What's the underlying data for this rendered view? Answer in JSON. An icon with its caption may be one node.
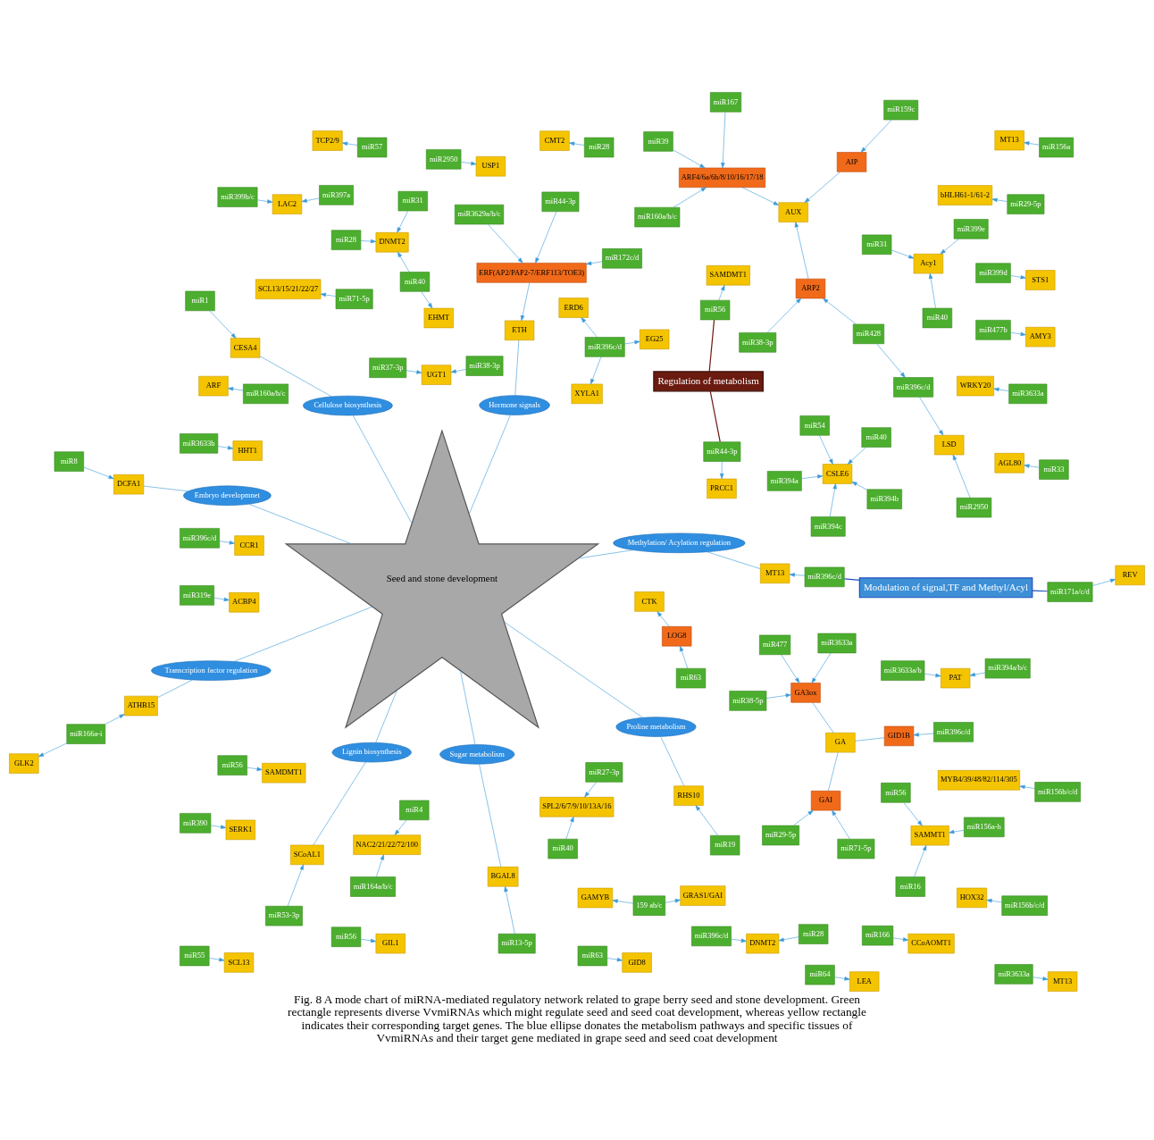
{
  "diagram": {
    "caption": "Fig. 8 A mode chart of miRNA-mediated regulatory network related to grape berry seed and stone development. Green rectangle represents diverse VvmiRNAs which might regulate seed and seed coat development, whereas yellow rectangle indicates their corresponding target genes. The blue ellipse donates the metabolism pathways and specific tissues of VvmiRNAs and their target gene mediated in grape seed and seed coat development",
    "nodes": [
      {
        "text": [
          "Regulation of metabolism"
        ]
      },
      {
        "text": [
          "Seed and stone development"
        ]
      },
      {
        "text": [
          "Sugar metabolism"
        ]
      },
      {
        "text": [
          "Lignin biosynthesis"
        ]
      },
      {
        "text": [
          "Cellulose biosynthesis"
        ]
      },
      {
        "text": [
          "Embryo developmnet"
        ]
      },
      {
        "text": [
          "Proline metabolism"
        ]
      },
      {
        "text": [
          "Methylation/ Acylation regulation"
        ]
      },
      {
        "text": [
          "Transcription factor regulation"
        ]
      },
      {
        "text": [
          "Hormone signals"
        ]
      },
      {
        "text": [
          "miR56"
        ]
      },
      {
        "text": [
          "miR396c/d"
        ]
      },
      {
        "text": [
          "miR37-3p"
        ]
      },
      {
        "text": [
          "miR38-3p"
        ]
      },
      {
        "text": [
          "miR13-5p"
        ]
      },
      {
        "text": [
          "miR63"
        ]
      },
      {
        "text": [
          "miR477b"
        ]
      },
      {
        "text": [
          "miR399d"
        ]
      },
      {
        "text": [
          "miR2950"
        ]
      },
      {
        "text": [
          "GIL1"
        ]
      },
      {
        "text": [
          "EG25"
        ]
      },
      {
        "text": [
          "XYLA1"
        ]
      },
      {
        "text": [
          "ERD6"
        ]
      },
      {
        "text": [
          "UGT1"
        ]
      },
      {
        "text": [
          "BGAL8"
        ]
      },
      {
        "text": [
          "GID8"
        ]
      },
      {
        "text": [
          "AMY3"
        ]
      },
      {
        "text": [
          "STS1"
        ]
      },
      {
        "text": [
          "USP1"
        ]
      },
      {
        "text": [
          "miR399b/c"
        ]
      },
      {
        "text": [
          "miR397a"
        ]
      },
      {
        "text": [
          "miR53-3p"
        ]
      },
      {
        "text": [
          "miR3633b"
        ]
      },
      {
        "text": [
          "miR396c/d"
        ]
      },
      {
        "text": [
          "LAC2"
        ]
      },
      {
        "text": [
          "SCoAL1"
        ]
      },
      {
        "text": [
          "HHT1"
        ]
      },
      {
        "text": [
          "CCR1"
        ]
      },
      {
        "text": [
          "miR394a"
        ]
      },
      {
        "text": [
          "miR394b"
        ]
      },
      {
        "text": [
          "miR394c"
        ]
      },
      {
        "text": [
          "miR54"
        ]
      },
      {
        "text": [
          "miR40"
        ]
      },
      {
        "text": [
          "miR1"
        ]
      },
      {
        "text": [
          "CSLE6"
        ]
      },
      {
        "text": [
          "CESA4"
        ]
      },
      {
        "text": [
          "miR19"
        ]
      },
      {
        "text": [
          "miR44-3p"
        ]
      },
      {
        "text": [
          "RHS10"
        ]
      },
      {
        "text": [
          "PRCC1"
        ]
      },
      {
        "text": [
          "miR319e"
        ]
      },
      {
        "text": [
          "miR390"
        ]
      },
      {
        "text": [
          "miR396c/d"
        ]
      },
      {
        "text": [
          "miR28"
        ]
      },
      {
        "text": [
          "miR55"
        ]
      },
      {
        "text": [
          "miR8"
        ]
      },
      {
        "text": [
          "miR56"
        ]
      },
      {
        "text": [
          "miR64"
        ]
      },
      {
        "text": [
          "miR3633a"
        ]
      },
      {
        "text": [
          "ACBP4"
        ]
      },
      {
        "text": [
          "SERK1"
        ]
      },
      {
        "text": [
          "DNMT2"
        ]
      },
      {
        "text": [
          "SCL13"
        ]
      },
      {
        "text": [
          "DCFA1"
        ]
      },
      {
        "text": [
          "SAMDMT1"
        ]
      },
      {
        "text": [
          "LEA"
        ]
      },
      {
        "text": [
          "MT13"
        ]
      },
      {
        "text": [
          "miR56"
        ]
      },
      {
        "text": [
          "miR28"
        ]
      },
      {
        "text": [
          "miR31"
        ]
      },
      {
        "text": [
          "miR40"
        ]
      },
      {
        "text": [
          "miR396c/d"
        ]
      },
      {
        "text": [
          "miR166"
        ]
      },
      {
        "text": [
          "miR3633a/b"
        ]
      },
      {
        "text": [
          "miR394a/b/c"
        ]
      },
      {
        "text": [
          "miR31"
        ]
      },
      {
        "text": [
          "miR399e"
        ]
      },
      {
        "text": [
          "miR40"
        ]
      },
      {
        "text": [
          "miR2950"
        ]
      },
      {
        "text": [
          "miR396c/d"
        ]
      },
      {
        "text": [
          "SAMDMT1"
        ]
      },
      {
        "text": [
          "DNMT2"
        ]
      },
      {
        "text": [
          "EHMT"
        ]
      },
      {
        "text": [
          "MT13"
        ]
      },
      {
        "text": [
          "CCoAOMT1"
        ]
      },
      {
        "text": [
          "PAT"
        ]
      },
      {
        "text": [
          "Acy1"
        ]
      },
      {
        "text": [
          "LSD"
        ]
      },
      {
        "text": [
          "AUX"
        ]
      },
      {
        "text": [
          "ETH"
        ]
      },
      {
        "text": [
          "CTK"
        ]
      },
      {
        "text": [
          "GA"
        ]
      },
      {
        "text": [
          "ARP2"
        ]
      },
      {
        "text": [
          "ARF4/6a/6b/8/10/16/17/18"
        ]
      },
      {
        "text": [
          "AIP"
        ]
      },
      {
        "text": [
          "ERF(AP2/PAP2-7/ERF113/TOE3)"
        ]
      },
      {
        "text": [
          "LOG8"
        ]
      },
      {
        "text": [
          "GID1B"
        ]
      },
      {
        "text": [
          "GAI"
        ]
      },
      {
        "text": [
          "GA3ox"
        ]
      },
      {
        "text": [
          "miR428"
        ]
      },
      {
        "text": [
          "miR38-3p"
        ]
      },
      {
        "text": [
          "miR160a/b/c"
        ]
      },
      {
        "text": [
          "miR39"
        ]
      },
      {
        "text": [
          "miR167"
        ]
      },
      {
        "text": [
          "miR159c"
        ]
      },
      {
        "text": [
          "miR44-3p"
        ]
      },
      {
        "text": [
          "miR3629a/b/c"
        ]
      },
      {
        "text": [
          "miR172c/d"
        ]
      },
      {
        "text": [
          "miR63"
        ]
      },
      {
        "text": [
          "miR3633a"
        ]
      },
      {
        "text": [
          "miR477"
        ]
      },
      {
        "text": [
          "miR38-5p"
        ]
      },
      {
        "text": [
          "miR71-5p"
        ]
      },
      {
        "text": [
          "miR29-5p"
        ]
      },
      {
        "text": [
          "miR396c/d"
        ]
      },
      {
        "text": [
          "bHLH61-1/61-2"
        ]
      },
      {
        "text": [
          "SCL13/15/21/22/27"
        ]
      },
      {
        "text": [
          "HOX32"
        ]
      },
      {
        "text": [
          "REV"
        ]
      },
      {
        "text": [
          "ATHB15"
        ]
      },
      {
        "text": [
          "GLK2"
        ]
      },
      {
        "text": [
          "AGL80"
        ]
      },
      {
        "text": [
          "MT13"
        ]
      },
      {
        "text": [
          "WRKY20"
        ]
      },
      {
        "text": [
          "SPL2/6/7/9/10/13A/16"
        ]
      },
      {
        "text": [
          "CMT2"
        ]
      },
      {
        "text": [
          "ARF"
        ]
      },
      {
        "text": [
          "TCP2/9"
        ]
      },
      {
        "text": [
          "NAC2/21/22/72/100"
        ]
      },
      {
        "text": [
          "SAMMT1"
        ]
      },
      {
        "text": [
          "MYB4/39/48/82/114/305"
        ]
      },
      {
        "text": [
          "GAMYB"
        ]
      },
      {
        "text": [
          "GRAS1/GAI"
        ]
      },
      {
        "text": [
          "miR29-5p"
        ]
      },
      {
        "text": [
          "miR71-5p"
        ]
      },
      {
        "text": [
          "miR156b/c/d"
        ]
      },
      {
        "text": [
          "miR171a/c/d"
        ]
      },
      {
        "text": [
          "miR166a-i"
        ]
      },
      {
        "text": [
          "miR33"
        ]
      },
      {
        "text": [
          "miR156a"
        ]
      },
      {
        "text": [
          "miR3633a"
        ]
      },
      {
        "text": [
          "miR27-3p"
        ]
      },
      {
        "text": [
          "miR40"
        ]
      },
      {
        "text": [
          "miR156a-h"
        ]
      },
      {
        "text": [
          "159 ab/c"
        ]
      },
      {
        "text": [
          "miR156b/c/d"
        ]
      },
      {
        "text": [
          "miR16"
        ]
      },
      {
        "text": [
          "miR56"
        ]
      },
      {
        "text": [
          "miR4"
        ]
      },
      {
        "text": [
          "miR164a/b/c"
        ]
      },
      {
        "text": [
          "miR57"
        ]
      },
      {
        "text": [
          "miR160a/b/c"
        ]
      },
      {
        "text": [
          "miR28"
        ]
      },
      {
        "text": [
          "Modulation of signal,TF and Methyl/Acyl"
        ]
      }
    ],
    "edges": [
      {
        "from": 0,
        "to": 47,
        "arrow": "none",
        "color": "#6b1a10"
      },
      {
        "from": 0,
        "to": 56,
        "arrow": "none",
        "color": "#6b1a10"
      },
      {
        "from": 154,
        "to": 71,
        "arrow": "none",
        "color": "#1f4fc0"
      },
      {
        "from": 154,
        "to": 137,
        "arrow": "none",
        "color": "#1f4fc0"
      },
      {
        "from": 2,
        "to": 1,
        "arrow": "none"
      },
      {
        "from": 3,
        "to": 1,
        "arrow": "none"
      },
      {
        "from": 4,
        "to": 1,
        "arrow": "none"
      },
      {
        "from": 5,
        "to": 1,
        "arrow": "none"
      },
      {
        "from": 6,
        "to": 1,
        "arrow": "none"
      },
      {
        "from": 7,
        "to": 1,
        "arrow": "none"
      },
      {
        "from": 8,
        "to": 1,
        "arrow": "none"
      },
      {
        "from": 9,
        "to": 1,
        "arrow": "none"
      },
      {
        "from": 2,
        "to": 24,
        "arrow": "none"
      },
      {
        "from": 3,
        "to": 35,
        "arrow": "none"
      },
      {
        "from": 4,
        "to": 45,
        "arrow": "none"
      },
      {
        "from": 5,
        "to": 63,
        "arrow": "none"
      },
      {
        "from": 6,
        "to": 48,
        "arrow": "none"
      },
      {
        "from": 7,
        "to": 83,
        "arrow": "none"
      },
      {
        "from": 8,
        "to": 120,
        "arrow": "none"
      },
      {
        "from": 9,
        "to": 89,
        "arrow": "none"
      },
      {
        "from": 10,
        "to": 19,
        "arrow": "to"
      },
      {
        "from": 11,
        "to": 20,
        "arrow": "to"
      },
      {
        "from": 11,
        "to": 21,
        "arrow": "to"
      },
      {
        "from": 11,
        "to": 22,
        "arrow": "to"
      },
      {
        "from": 12,
        "to": 23,
        "arrow": "to"
      },
      {
        "from": 13,
        "to": 23,
        "arrow": "to"
      },
      {
        "from": 14,
        "to": 24,
        "arrow": "to"
      },
      {
        "from": 15,
        "to": 25,
        "arrow": "to"
      },
      {
        "from": 16,
        "to": 26,
        "arrow": "to"
      },
      {
        "from": 17,
        "to": 27,
        "arrow": "to"
      },
      {
        "from": 18,
        "to": 28,
        "arrow": "to"
      },
      {
        "from": 29,
        "to": 34,
        "arrow": "to"
      },
      {
        "from": 30,
        "to": 34,
        "arrow": "to"
      },
      {
        "from": 31,
        "to": 35,
        "arrow": "to"
      },
      {
        "from": 32,
        "to": 36,
        "arrow": "to"
      },
      {
        "from": 33,
        "to": 37,
        "arrow": "to"
      },
      {
        "from": 38,
        "to": 44,
        "arrow": "to"
      },
      {
        "from": 39,
        "to": 44,
        "arrow": "to"
      },
      {
        "from": 40,
        "to": 44,
        "arrow": "to"
      },
      {
        "from": 41,
        "to": 44,
        "arrow": "to"
      },
      {
        "from": 42,
        "to": 44,
        "arrow": "to"
      },
      {
        "from": 43,
        "to": 45,
        "arrow": "to"
      },
      {
        "from": 46,
        "to": 48,
        "arrow": "to"
      },
      {
        "from": 47,
        "to": 49,
        "arrow": "to"
      },
      {
        "from": 50,
        "to": 59,
        "arrow": "to"
      },
      {
        "from": 51,
        "to": 60,
        "arrow": "to"
      },
      {
        "from": 52,
        "to": 61,
        "arrow": "to"
      },
      {
        "from": 53,
        "to": 61,
        "arrow": "to"
      },
      {
        "from": 54,
        "to": 62,
        "arrow": "to"
      },
      {
        "from": 55,
        "to": 63,
        "arrow": "to"
      },
      {
        "from": 56,
        "to": 64,
        "arrow": "to"
      },
      {
        "from": 57,
        "to": 65,
        "arrow": "to"
      },
      {
        "from": 58,
        "to": 66,
        "arrow": "to"
      },
      {
        "from": 67,
        "to": 80,
        "arrow": "to"
      },
      {
        "from": 68,
        "to": 81,
        "arrow": "to"
      },
      {
        "from": 69,
        "to": 81,
        "arrow": "to"
      },
      {
        "from": 70,
        "to": 81,
        "arrow": "to"
      },
      {
        "from": 70,
        "to": 82,
        "arrow": "to"
      },
      {
        "from": 71,
        "to": 83,
        "arrow": "to"
      },
      {
        "from": 72,
        "to": 84,
        "arrow": "to"
      },
      {
        "from": 73,
        "to": 85,
        "arrow": "to"
      },
      {
        "from": 74,
        "to": 85,
        "arrow": "to"
      },
      {
        "from": 75,
        "to": 86,
        "arrow": "to"
      },
      {
        "from": 76,
        "to": 86,
        "arrow": "to"
      },
      {
        "from": 77,
        "to": 86,
        "arrow": "to"
      },
      {
        "from": 78,
        "to": 87,
        "arrow": "to"
      },
      {
        "from": 79,
        "to": 87,
        "arrow": "to"
      },
      {
        "from": 100,
        "to": 79,
        "arrow": "to"
      },
      {
        "from": 92,
        "to": 88,
        "arrow": "to"
      },
      {
        "from": 93,
        "to": 88,
        "arrow": "to"
      },
      {
        "from": 94,
        "to": 88,
        "arrow": "to"
      },
      {
        "from": 95,
        "to": 89,
        "arrow": "to"
      },
      {
        "from": 96,
        "to": 90,
        "arrow": "to"
      },
      {
        "from": 91,
        "to": 97,
        "arrow": "none"
      },
      {
        "from": 91,
        "to": 98,
        "arrow": "none"
      },
      {
        "from": 91,
        "to": 99,
        "arrow": "none"
      },
      {
        "from": 100,
        "to": 92,
        "arrow": "to"
      },
      {
        "from": 101,
        "to": 92,
        "arrow": "to"
      },
      {
        "from": 102,
        "to": 93,
        "arrow": "to"
      },
      {
        "from": 103,
        "to": 93,
        "arrow": "to"
      },
      {
        "from": 104,
        "to": 93,
        "arrow": "to"
      },
      {
        "from": 105,
        "to": 94,
        "arrow": "to"
      },
      {
        "from": 106,
        "to": 95,
        "arrow": "to"
      },
      {
        "from": 107,
        "to": 95,
        "arrow": "to"
      },
      {
        "from": 108,
        "to": 95,
        "arrow": "to"
      },
      {
        "from": 109,
        "to": 96,
        "arrow": "to"
      },
      {
        "from": 110,
        "to": 99,
        "arrow": "to"
      },
      {
        "from": 111,
        "to": 99,
        "arrow": "to"
      },
      {
        "from": 112,
        "to": 99,
        "arrow": "to"
      },
      {
        "from": 113,
        "to": 98,
        "arrow": "to"
      },
      {
        "from": 114,
        "to": 98,
        "arrow": "to"
      },
      {
        "from": 115,
        "to": 97,
        "arrow": "to"
      },
      {
        "from": 134,
        "to": 116,
        "arrow": "to"
      },
      {
        "from": 135,
        "to": 117,
        "arrow": "to"
      },
      {
        "from": 136,
        "to": 118,
        "arrow": "to"
      },
      {
        "from": 137,
        "to": 119,
        "arrow": "to"
      },
      {
        "from": 138,
        "to": 120,
        "arrow": "to"
      },
      {
        "from": 138,
        "to": 121,
        "arrow": "to"
      },
      {
        "from": 139,
        "to": 122,
        "arrow": "to"
      },
      {
        "from": 140,
        "to": 123,
        "arrow": "to"
      },
      {
        "from": 141,
        "to": 124,
        "arrow": "to"
      },
      {
        "from": 142,
        "to": 125,
        "arrow": "to"
      },
      {
        "from": 143,
        "to": 125,
        "arrow": "to"
      },
      {
        "from": 144,
        "to": 130,
        "arrow": "to"
      },
      {
        "from": 145,
        "to": 133,
        "arrow": "to"
      },
      {
        "from": 145,
        "to": 132,
        "arrow": "to"
      },
      {
        "from": 146,
        "to": 131,
        "arrow": "to"
      },
      {
        "from": 147,
        "to": 130,
        "arrow": "to"
      },
      {
        "from": 148,
        "to": 130,
        "arrow": "to"
      },
      {
        "from": 149,
        "to": 129,
        "arrow": "to"
      },
      {
        "from": 150,
        "to": 129,
        "arrow": "to"
      },
      {
        "from": 151,
        "to": 128,
        "arrow": "to"
      },
      {
        "from": 152,
        "to": 127,
        "arrow": "to"
      },
      {
        "from": 153,
        "to": 126,
        "arrow": "to"
      }
    ]
  }
}
